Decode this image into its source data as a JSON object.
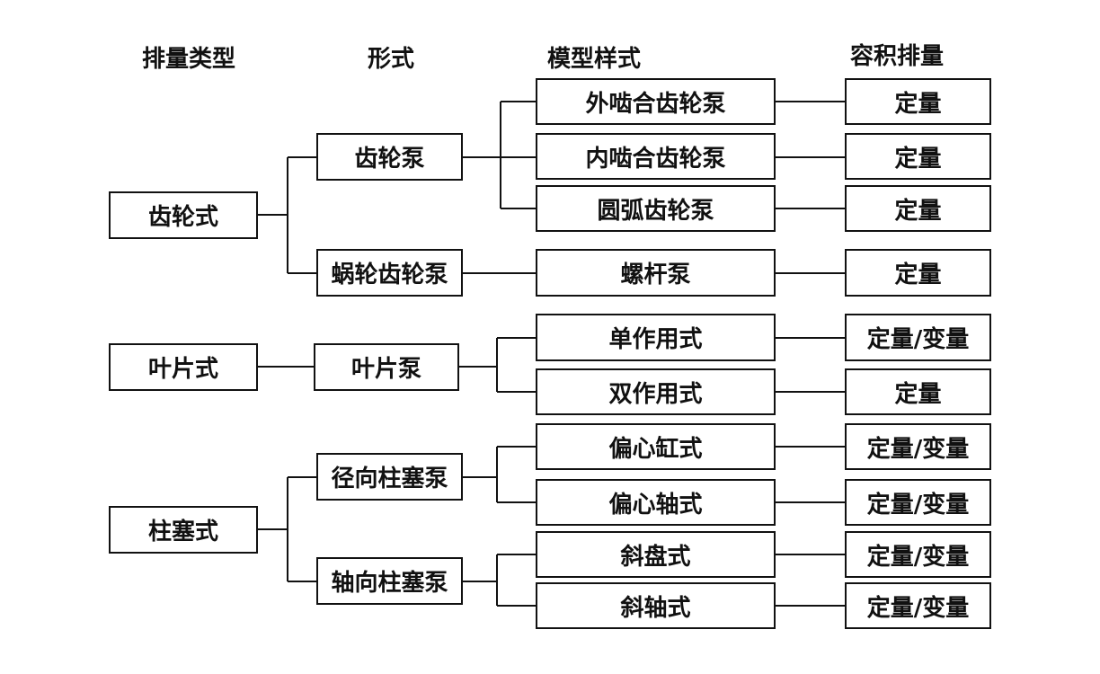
{
  "headers": {
    "displacement_type": "排量类型",
    "form": "形式",
    "model_style": "模型样式",
    "volumetric_displacement": "容积排量"
  },
  "types": {
    "gear": "齿轮式",
    "vane": "叶片式",
    "piston": "柱塞式"
  },
  "forms": {
    "gear_pump": "齿轮泵",
    "worm_gear_pump": "蜗轮齿轮泵",
    "vane_pump": "叶片泵",
    "radial_piston_pump": "径向柱塞泵",
    "axial_piston_pump": "轴向柱塞泵"
  },
  "models": {
    "external_gear": "外啮合齿轮泵",
    "internal_gear": "内啮合齿轮泵",
    "arc_gear": "圆弧齿轮泵",
    "screw": "螺杆泵",
    "single_acting": "单作用式",
    "double_acting": "双作用式",
    "eccentric_cylinder": "偏心缸式",
    "eccentric_shaft": "偏心轴式",
    "swash_plate": "斜盘式",
    "bent_axis": "斜轴式"
  },
  "displacements": {
    "external_gear": "定量",
    "internal_gear": "定量",
    "arc_gear": "定量",
    "screw": "定量",
    "single_acting": "定量/变量",
    "double_acting": "定量",
    "eccentric_cylinder": "定量/变量",
    "eccentric_shaft": "定量/变量",
    "swash_plate": "定量/变量",
    "bent_axis": "定量/变量"
  }
}
